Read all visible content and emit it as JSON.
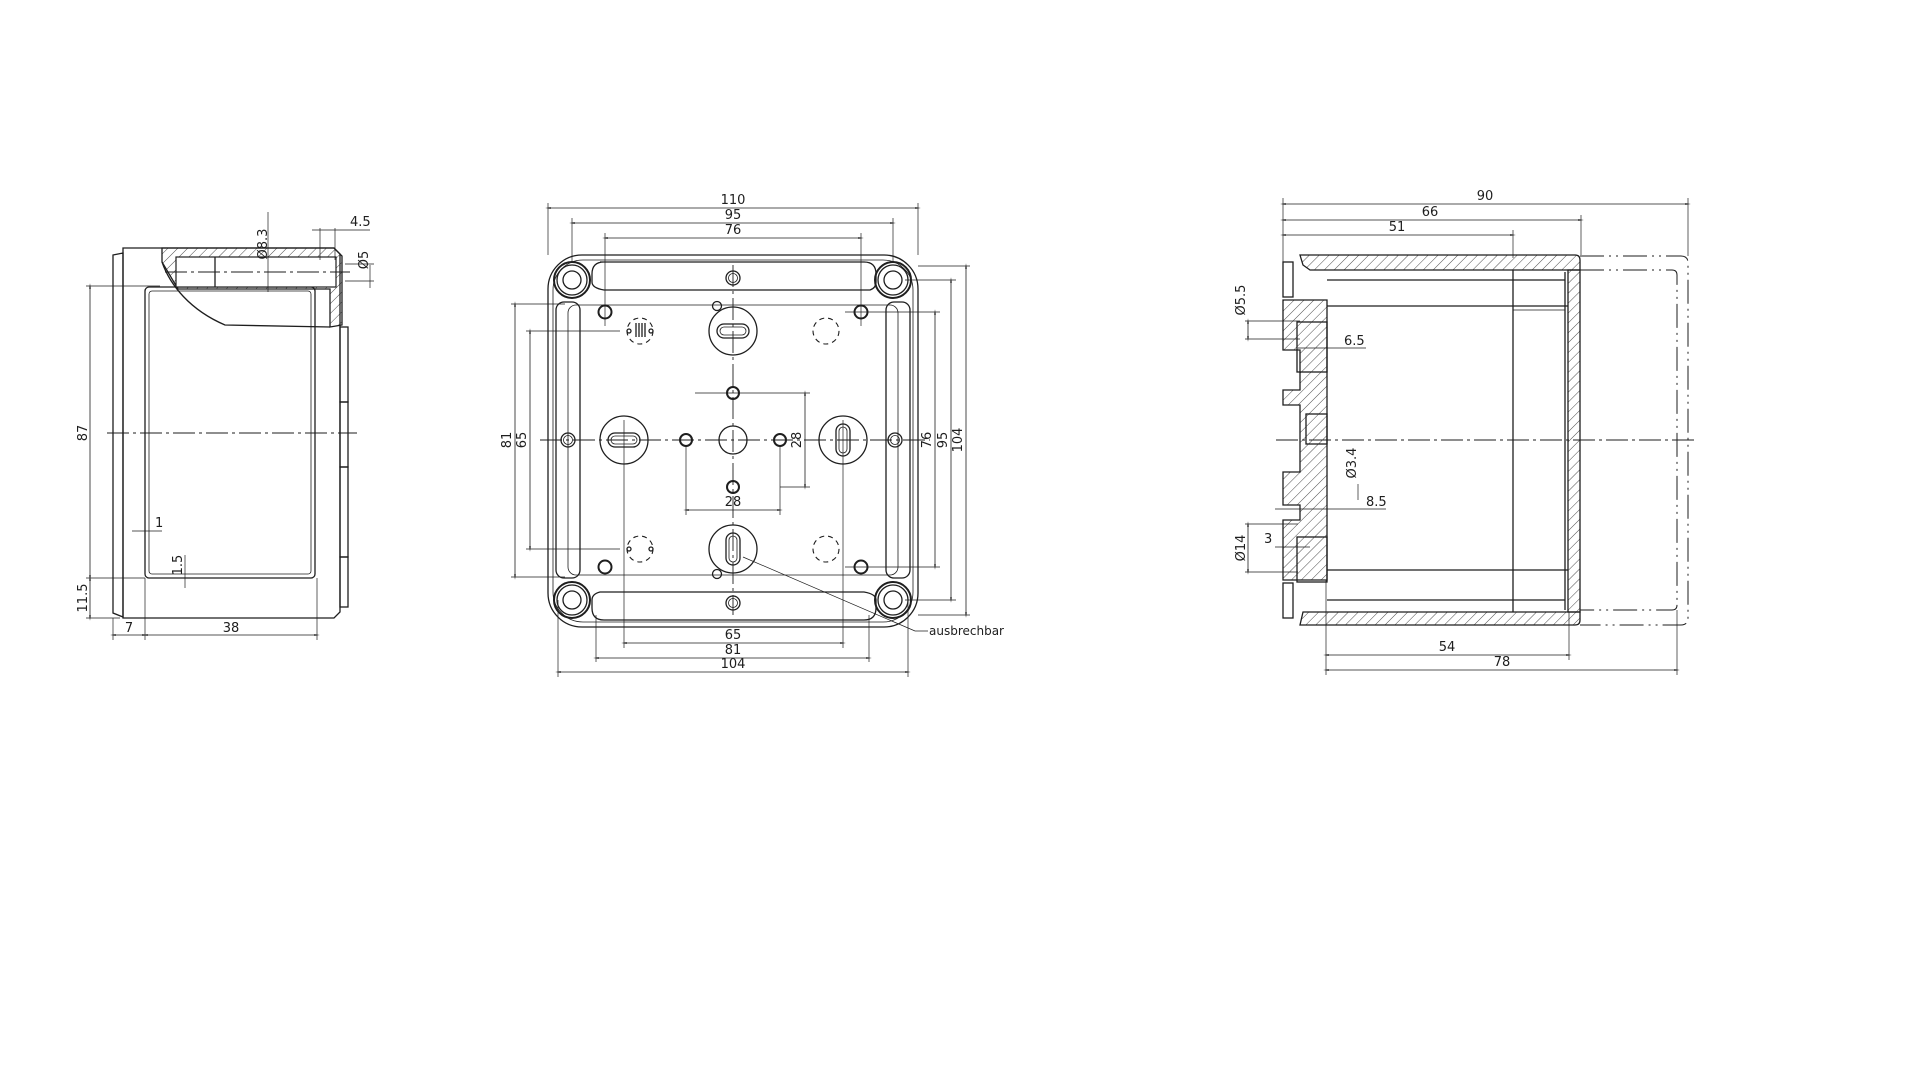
{
  "side_section_view": {
    "dims": {
      "dia_8_3": "Ø8.3",
      "d_4_5": "4.5",
      "dia_5": "Ø5",
      "d_87": "87",
      "d_11_5": "11.5",
      "d_7": "7",
      "d_38": "38",
      "d_1": "1",
      "d_1_5": "1.5"
    }
  },
  "bottom_view": {
    "dims": {
      "top_110": "110",
      "top_95": "95",
      "top_76": "76",
      "left_81": "81",
      "left_65": "65",
      "right_76": "76",
      "right_95": "95",
      "right_104": "104",
      "bottom_65": "65",
      "bottom_81": "81",
      "bottom_104": "104",
      "center_h_28": "28",
      "center_v_28": "28"
    },
    "callout": "ausbrechbar"
  },
  "side_view": {
    "dims": {
      "d_90": "90",
      "d_66": "66",
      "d_51": "51",
      "dia_5_5": "Ø5.5",
      "d_6_5": "6.5",
      "dia_3_4": "Ø3.4",
      "d_8_5": "8.5",
      "dia_14": "Ø14",
      "d_3": "3",
      "d_54": "54",
      "d_78": "78"
    }
  }
}
